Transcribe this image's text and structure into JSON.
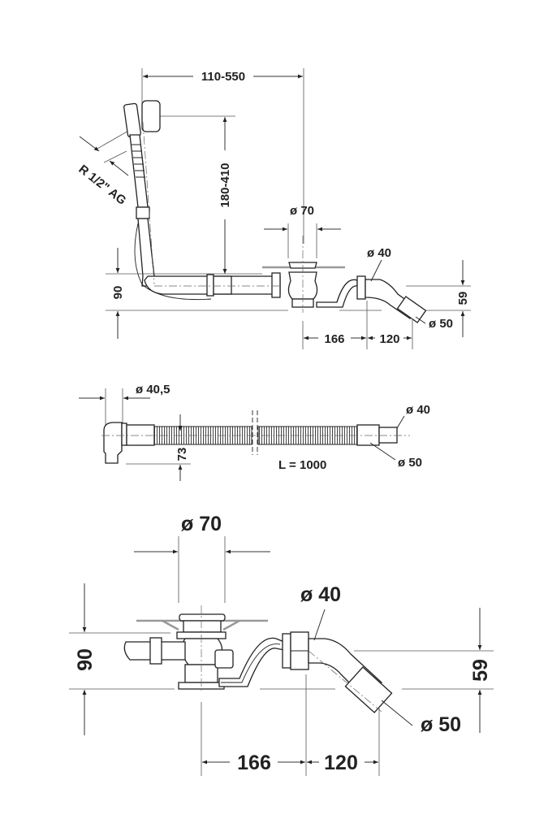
{
  "drawing_1": {
    "title": "Bath waste overflow set - side view",
    "labels": {
      "length_range": "110-550",
      "height_range": "180-410",
      "thread": "R 1/2\" AG",
      "drain_dia": "ø 70",
      "outlet_dia": "ø 40",
      "pipe_dia": "ø 50",
      "height_90": "90",
      "height_59": "59",
      "dist_166": "166",
      "dist_120": "120"
    }
  },
  "drawing_2": {
    "labels": {
      "elbow_dia": "ø 40,5",
      "offset_73": "73",
      "length": "L = 1000",
      "end_dia_40": "ø 40",
      "end_dia_50": "ø 50"
    }
  },
  "drawing_3": {
    "labels": {
      "drain_dia": "ø 70",
      "outlet_dia": "ø 40",
      "pipe_dia": "ø 50",
      "height_90": "90",
      "height_59": "59",
      "dist_166": "166",
      "dist_120": "120"
    }
  }
}
